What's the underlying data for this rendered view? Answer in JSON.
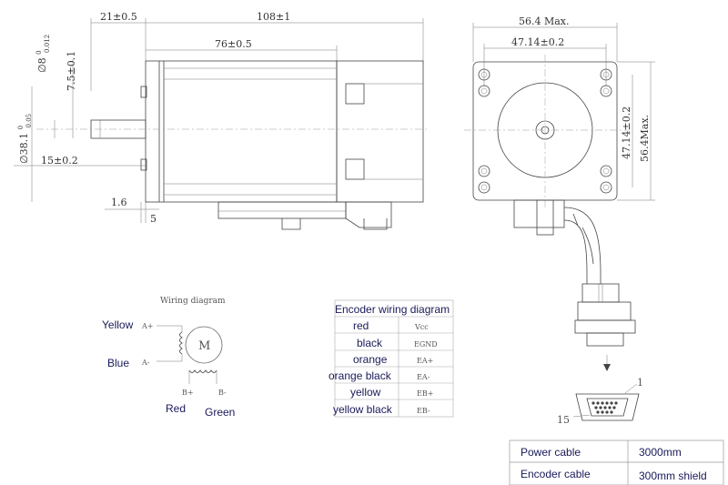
{
  "side_view": {
    "dims": {
      "total_length": "108±1",
      "flange_offset": "21±0.5",
      "body_length": "76±0.5",
      "shaft_dia": "∅8",
      "shaft_dia_tol_upper": "0",
      "shaft_dia_tol_lower": "0.012",
      "flat_height": "7.5±0.1",
      "pilot_dia": "∅38.1",
      "pilot_tol_upper": "0",
      "pilot_tol_lower": "0.05",
      "shaft_length": "15±0.2",
      "flange_thickness": "1.6",
      "step": "5"
    }
  },
  "front_view": {
    "dims": {
      "width_max": "56.4 Max.",
      "hole_spacing_h": "47.14±0.2",
      "hole_spacing_v": "47.14±0.2",
      "height_max": "56.4Max."
    },
    "pin_label_1": "1",
    "pin_label_15": "15"
  },
  "motor_wiring": {
    "title": "Wiring diagram",
    "motor_symbol": "M",
    "wires": {
      "yellow": "Yellow",
      "blue": "Blue",
      "red": "Red",
      "green": "Green"
    },
    "phases": {
      "a_plus": "A+",
      "a_minus": "A-",
      "b_plus": "B+",
      "b_minus": "B-"
    }
  },
  "encoder_table": {
    "title": "Encoder wiring diagram",
    "rows": [
      {
        "color": "red",
        "signal": "Vcc"
      },
      {
        "color": "black",
        "signal": "EGND"
      },
      {
        "color": "orange",
        "signal": "EA+"
      },
      {
        "color": "orange black",
        "signal": "EA-"
      },
      {
        "color": "yellow",
        "signal": "EB+"
      },
      {
        "color": "yellow black",
        "signal": "EB-"
      }
    ]
  },
  "cable_table": {
    "rows": [
      {
        "label": "Power cable",
        "value": "3000mm"
      },
      {
        "label": "Encoder cable",
        "value": "300mm  shield"
      }
    ]
  }
}
